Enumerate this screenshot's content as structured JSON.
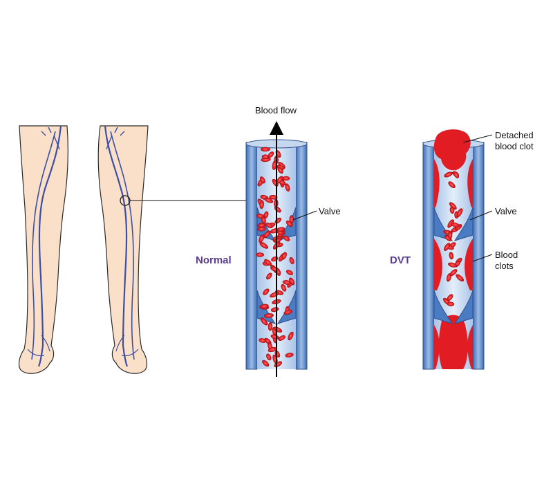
{
  "labels": {
    "normal": "Normal",
    "dvt": "DVT",
    "blood_flow": "Blood flow",
    "valve_normal": "Valve",
    "valve_dvt": "Valve",
    "detached_clot_line1": "Detached",
    "detached_clot_line2": "blood clot",
    "blood_clots_line1": "Blood",
    "blood_clots_line2": "clots"
  },
  "colors": {
    "skin": "#fadfc9",
    "skin_outline": "#2a2a2a",
    "vein": "#3b4fa3",
    "vessel_wall": "#7fa5d9",
    "vessel_wall_dark": "#3e6db5",
    "vessel_lumen": "#c6d8ef",
    "blood_cell": "#e8262b",
    "clot": "#e11d23",
    "title": "#5b3d8f"
  },
  "icons": [
    "legs-illustration",
    "normal-vein-cross-section",
    "dvt-vein-cross-section",
    "blood-flow-arrow"
  ]
}
